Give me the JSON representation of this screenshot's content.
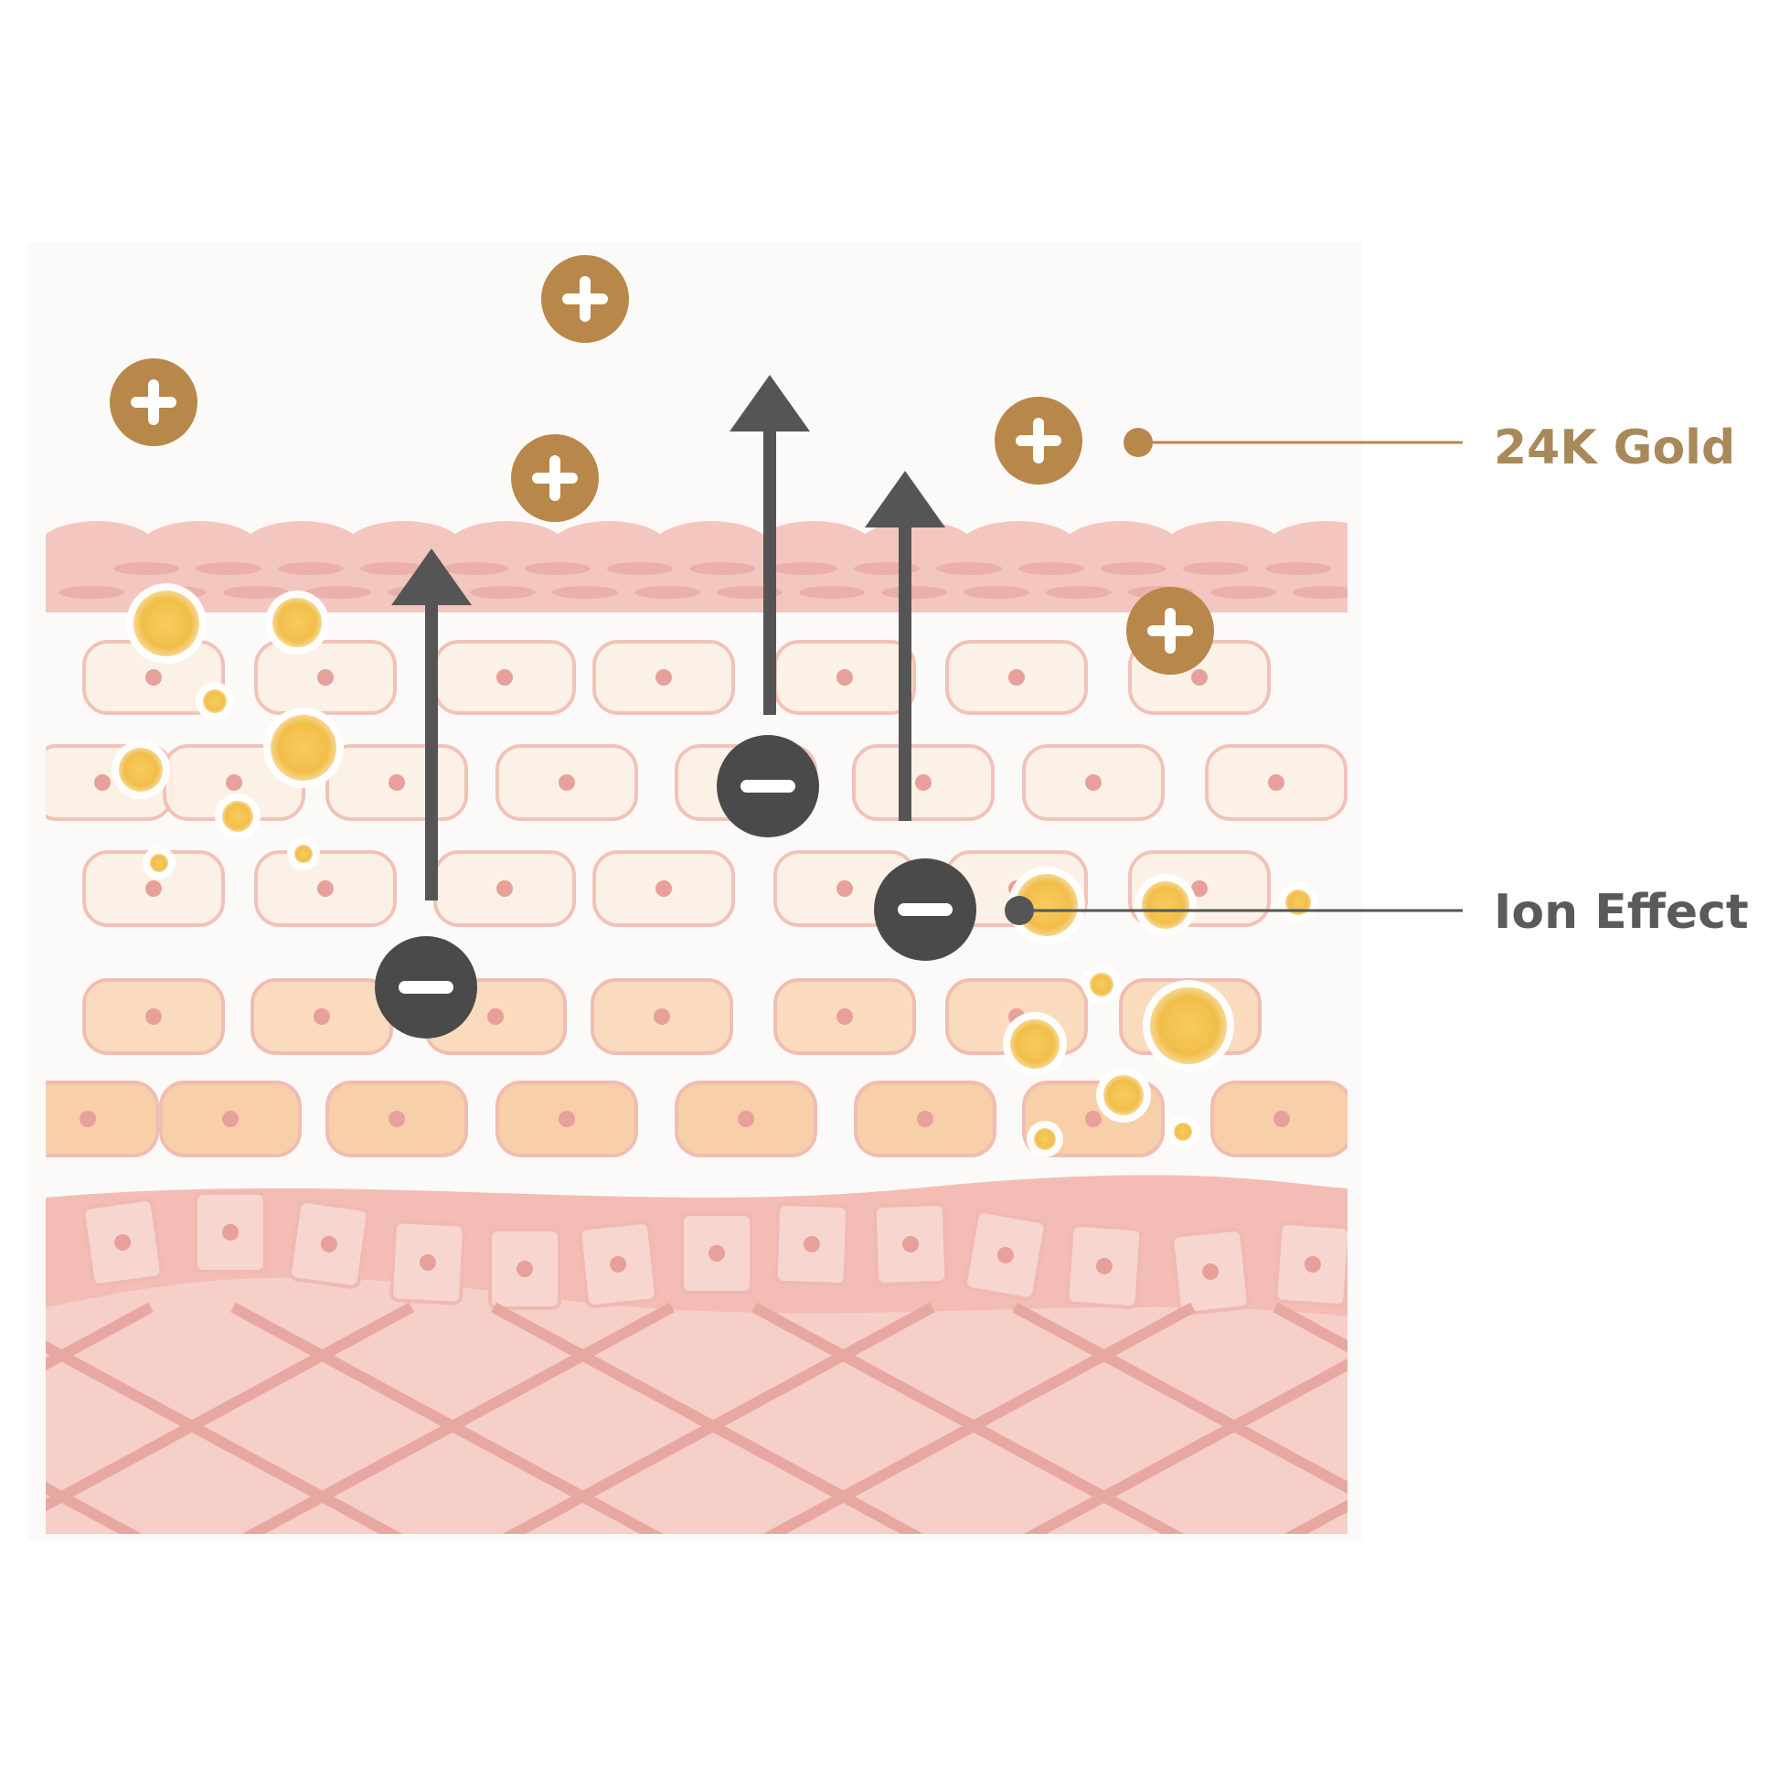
{
  "labels": {
    "gold": {
      "text": "24K Gold"
    },
    "ion": {
      "text": "Ion Effect"
    }
  },
  "symbols": {
    "gold_particle": "plus-in-circle",
    "negative_ion": "minus-in-circle"
  },
  "colors": {
    "gold": "#B8874A",
    "gold_text": "#A8895A",
    "ion": "#4A4A4A",
    "ion_text": "#5A5A5A",
    "arrow": "#555555",
    "skin_top": "#F4C6C0",
    "cell_light": "#FDF1E4",
    "cell_mid": "#FADBBE",
    "cell_dark": "#F7CFA8",
    "cell_outline": "#F1BDB2",
    "dermis": "#F6CFC8",
    "dermis_lines": "#E8A8A2",
    "nucleus": "#E8A09A",
    "droplet": "#F2C04F"
  }
}
